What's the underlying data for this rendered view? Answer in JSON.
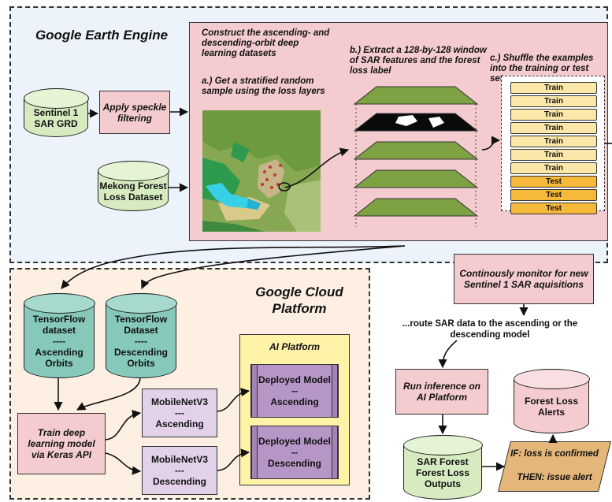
{
  "regions": {
    "gee_title": "Google Earth Engine",
    "gcp_title": "Google Cloud Platform",
    "ai_platform_title": "AI Platform"
  },
  "gee": {
    "sentinel_db": "Sentinel 1 SAR GRD",
    "speckle_process": "Apply speckle filtering",
    "mekong_db": "Mekong Forest Loss Dataset",
    "construct_title": "Construct the ascending- and descending-orbit deep learning datasets",
    "step_a": "a.) Get a stratified random sample using the loss layers",
    "step_b": "b.) Extract a 128-by-128 window of SAR features and the forest loss label",
    "step_c": "c.) Shuffle the examples into the training or test set",
    "split_items": [
      {
        "label": "Train",
        "kind": "train"
      },
      {
        "label": "Train",
        "kind": "train"
      },
      {
        "label": "Train",
        "kind": "train"
      },
      {
        "label": "Train",
        "kind": "train"
      },
      {
        "label": "Train",
        "kind": "train"
      },
      {
        "label": "Train",
        "kind": "train"
      },
      {
        "label": "Train",
        "kind": "train"
      },
      {
        "label": "Test",
        "kind": "test"
      },
      {
        "label": "Test",
        "kind": "test"
      },
      {
        "label": "Test",
        "kind": "test"
      }
    ]
  },
  "gcp": {
    "tf_ascending": {
      "name": "TensorFlow dataset",
      "sep": "----",
      "orbit": "Ascending Orbits"
    },
    "tf_descending": {
      "name": "TensorFlow Dataset",
      "sep": "----",
      "orbit": "Descending Orbits"
    },
    "train_process": "Train deep learning model via Keras API",
    "mobilenet_asc": {
      "name": "MobileNetV3",
      "sep": "---",
      "orbit": "Ascending"
    },
    "mobilenet_desc": {
      "name": "MobileNetV3",
      "sep": "---",
      "orbit": "Descending"
    },
    "deployed_asc": {
      "name": "Deployed Model",
      "sep": "--",
      "orbit": "Ascending"
    },
    "deployed_desc": {
      "name": "Deployed Model",
      "sep": "--",
      "orbit": "Descending"
    }
  },
  "inference": {
    "monitor": "Continously monitor for new Sentinel 1 SAR aquisitions",
    "route_text": "...route SAR data to the ascending or the descending model",
    "run_inference": "Run inference on AI Platform",
    "outputs_db": "SAR Forest Forest Loss Outputs",
    "alerts_db": "Forest Loss Alerts",
    "decision_if": "IF: loss is confirmed",
    "decision_then": "THEN: issue alert"
  },
  "colors": {
    "gee_bg": "#edf3fb",
    "gcp_bg": "#fdf0e2",
    "process": "#f4ccd0",
    "db_green": "#d6ecc0",
    "db_teal": "#86c9bb",
    "model": "#e3d1ea",
    "deployed": "#b696c6",
    "ai_platform": "#fff3a8",
    "train": "#fbe8a8",
    "test": "#f7b93a",
    "decision": "#e4b67a"
  }
}
